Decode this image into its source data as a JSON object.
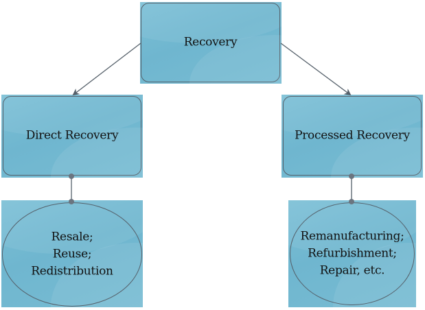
{
  "diagram": {
    "root": {
      "label": "Recovery"
    },
    "branches": [
      {
        "label": "Direct Recovery",
        "detail": [
          "Resale;",
          "Reuse;",
          "Redistribution"
        ]
      },
      {
        "label": "Processed Recovery",
        "detail": [
          "Remanufacturing;",
          "Refurbishment;",
          "Repair, etc."
        ]
      }
    ]
  },
  "colors": {
    "node_fill": "#74bad2",
    "outline": "#55606a",
    "text": "#111111"
  }
}
